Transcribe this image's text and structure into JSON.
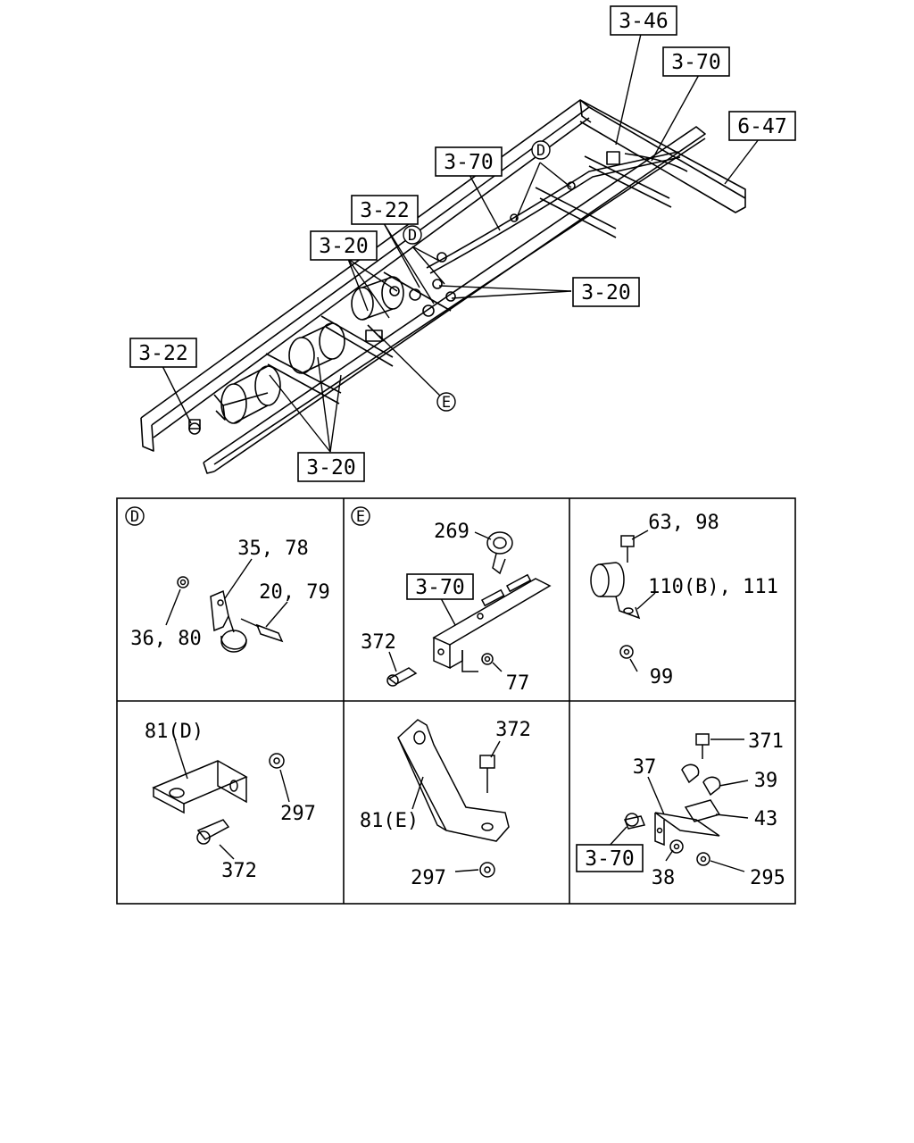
{
  "overview": {
    "callouts": [
      {
        "text": "3-46"
      },
      {
        "text": "3-70"
      },
      {
        "text": "6-47"
      },
      {
        "text": "3-70"
      },
      {
        "text": "3-22"
      },
      {
        "text": "3-20"
      },
      {
        "text": "3-20"
      },
      {
        "text": "3-22"
      },
      {
        "text": "3-20"
      }
    ],
    "circle_marks": [
      {
        "text": "D"
      },
      {
        "text": "D"
      },
      {
        "text": "E"
      }
    ]
  },
  "panels": {
    "d": {
      "marker": "D",
      "labels": [
        "35, 78",
        "20, 79",
        "36, 80"
      ]
    },
    "e": {
      "marker": "E",
      "labels": [
        "269",
        "372",
        "77"
      ],
      "ref": "3-70"
    },
    "c3": {
      "labels": [
        "63, 98",
        "110(B), 111",
        "99"
      ]
    },
    "c4": {
      "labels": [
        "81(D)",
        "297",
        "372"
      ]
    },
    "c5": {
      "labels": [
        "372",
        "81(E)",
        "297"
      ]
    },
    "c6": {
      "labels": [
        "371",
        "37",
        "39",
        "43",
        "38",
        "295"
      ],
      "ref": "3-70"
    }
  }
}
